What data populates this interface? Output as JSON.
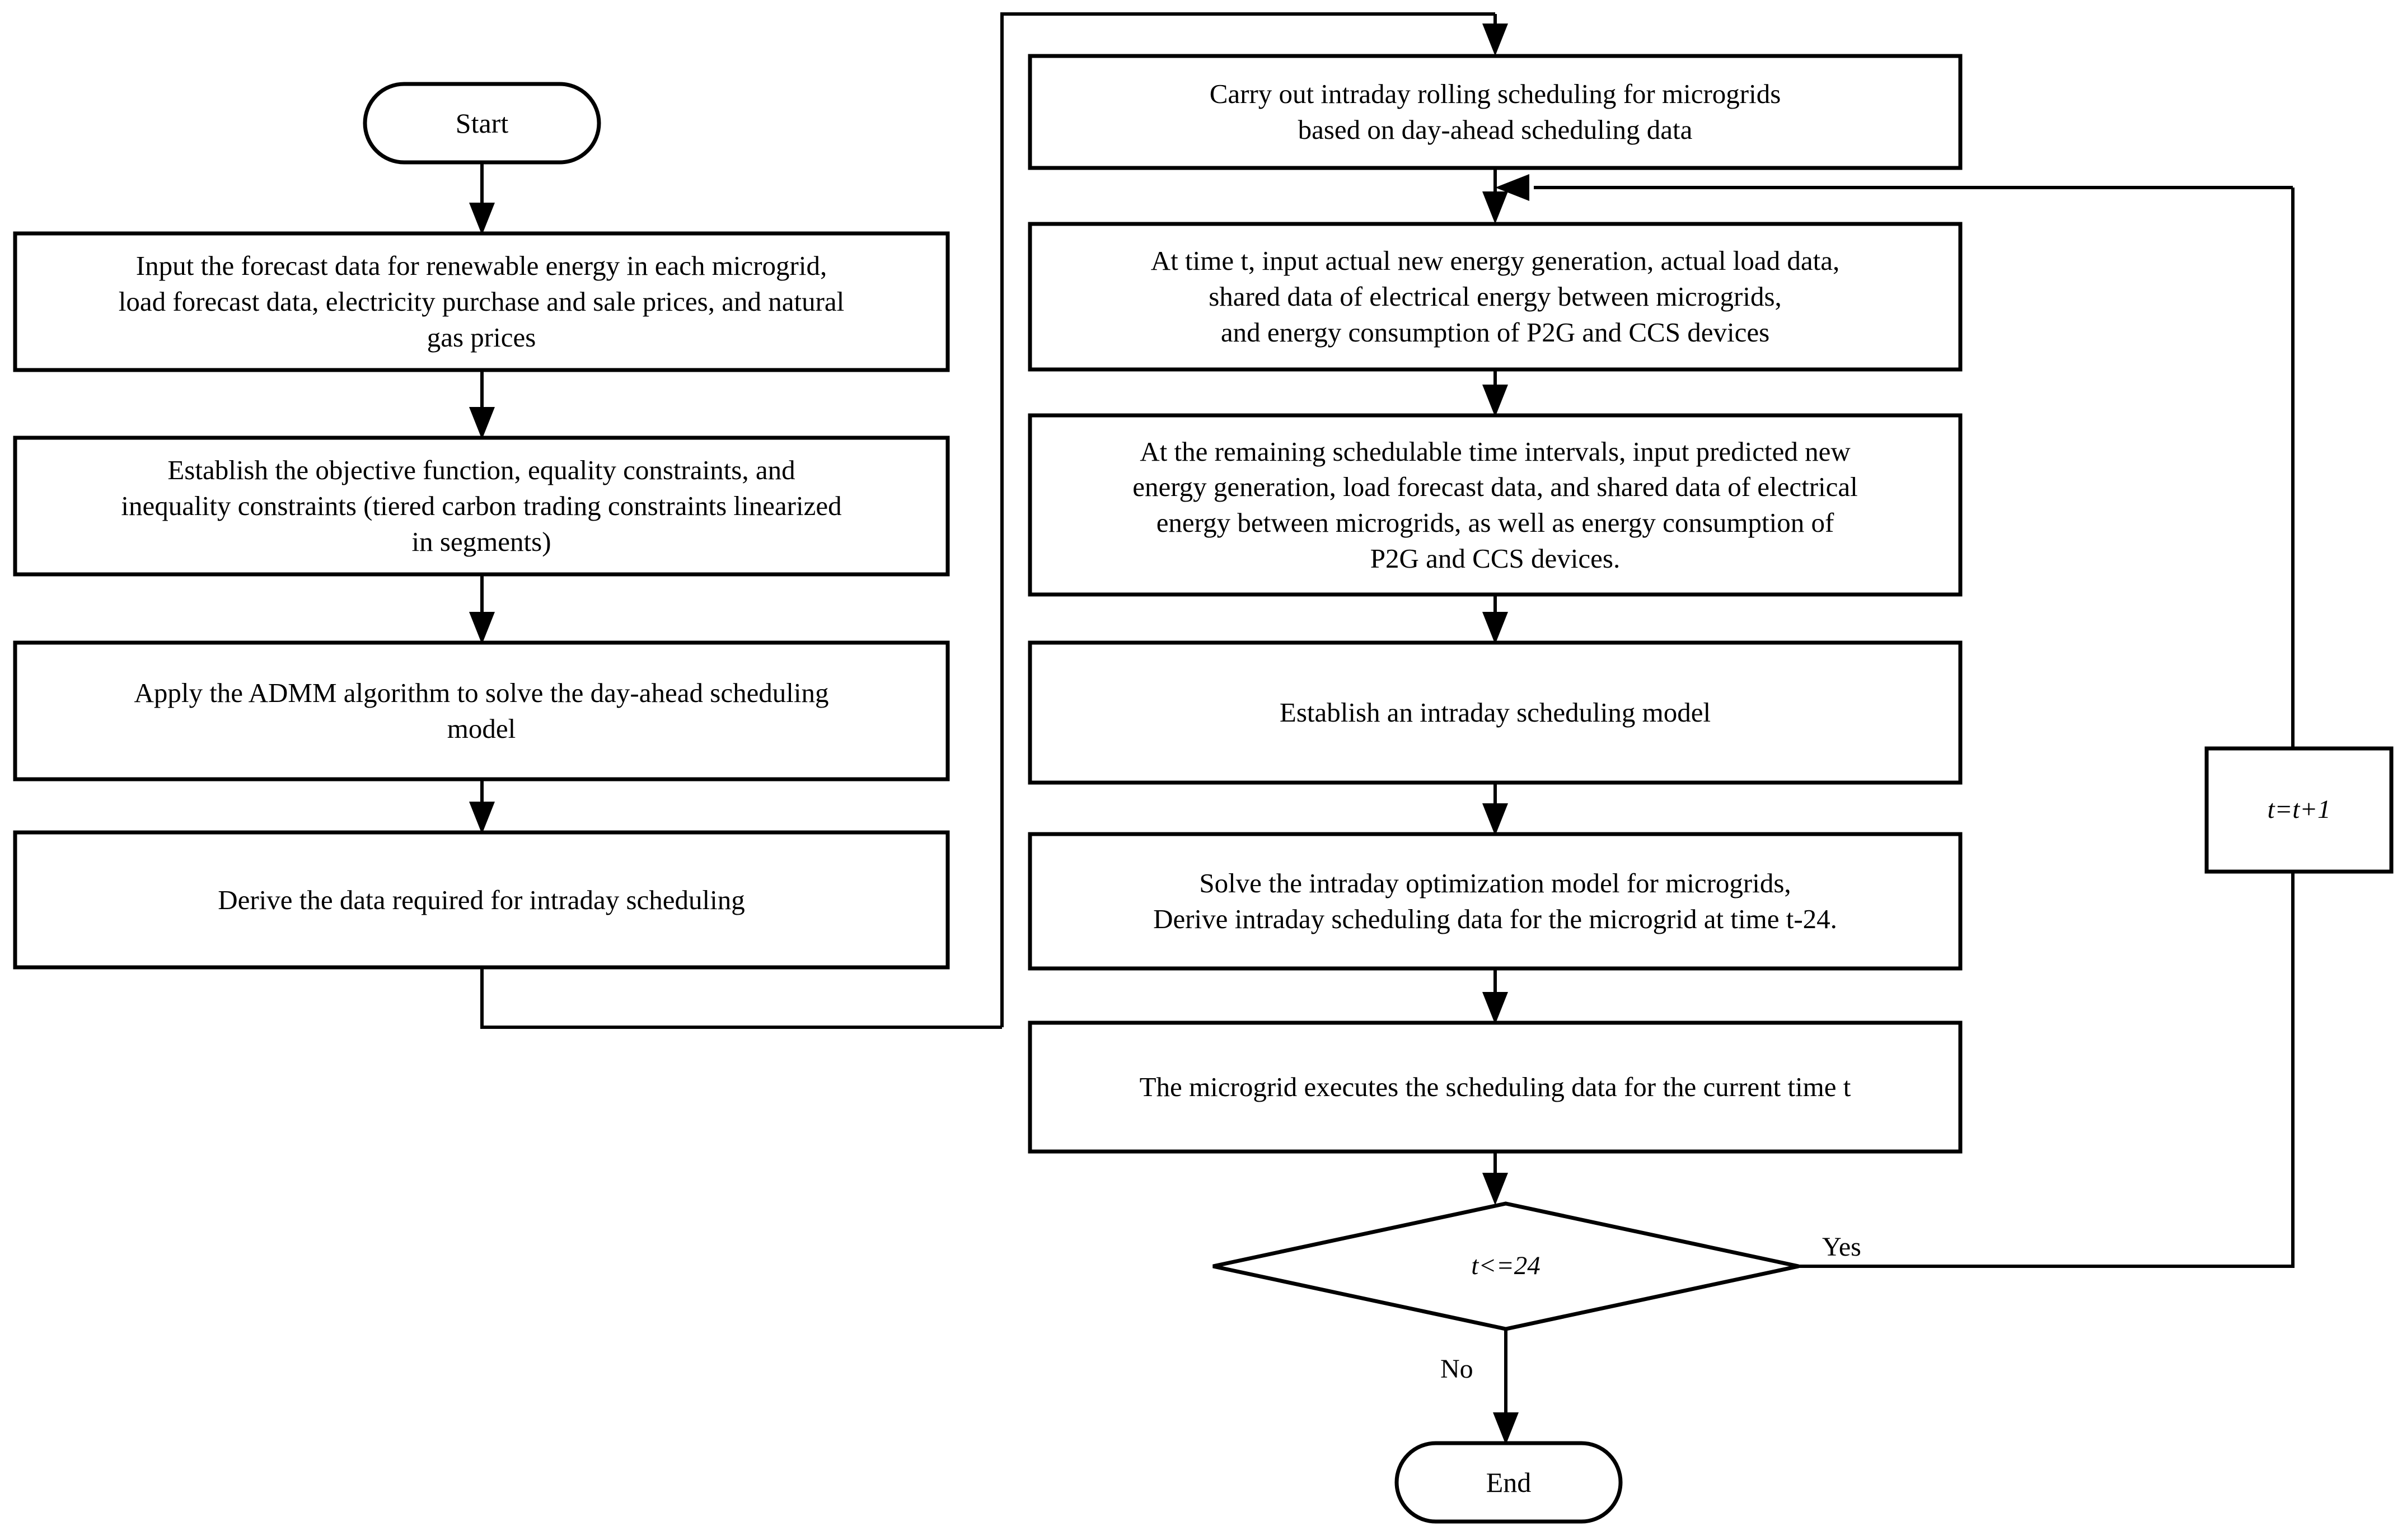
{
  "diagram": {
    "title": "Day-ahead and intraday rolling scheduling flowchart",
    "stroke_color": "#000000",
    "fill_color": "#ffffff",
    "background_color": "#ffffff"
  },
  "left_column": {
    "start": {
      "label": "Start",
      "shape": "terminator"
    },
    "steps": [
      {
        "id": "input-forecast",
        "shape": "process",
        "label": "Input the forecast data for renewable energy in each microgrid,\nload forecast data, electricity purchase and sale prices, and natural\ngas prices"
      },
      {
        "id": "establish-objective",
        "shape": "process",
        "label": "Establish the objective function, equality constraints, and\ninequality constraints (tiered carbon trading constraints linearized\nin segments)"
      },
      {
        "id": "apply-admm",
        "shape": "process",
        "label": "Apply the ADMM algorithm to solve the day-ahead scheduling\nmodel"
      },
      {
        "id": "derive-data",
        "shape": "process",
        "label": "Derive the data required for intraday scheduling"
      }
    ]
  },
  "right_column": {
    "steps": [
      {
        "id": "carry-out-rolling",
        "shape": "process",
        "label": "Carry out intraday rolling scheduling for microgrids\nbased on day-ahead scheduling data"
      },
      {
        "id": "at-time-t-input",
        "shape": "process",
        "label": "At time t, input actual new energy generation, actual load data,\nshared data of electrical energy between microgrids,\nand energy consumption of P2G and CCS devices"
      },
      {
        "id": "remaining-intervals",
        "shape": "process",
        "label": "At the remaining schedulable time intervals, input predicted new\nenergy generation, load forecast data, and shared data of electrical\nenergy between microgrids, as well as energy consumption of\nP2G and CCS devices."
      },
      {
        "id": "establish-intraday-model",
        "shape": "process",
        "label": "Establish an intraday scheduling model"
      },
      {
        "id": "solve-intraday",
        "shape": "process",
        "label": "Solve the intraday optimization model for microgrids,\nDerive intraday scheduling data for the microgrid at time t-24."
      },
      {
        "id": "execute-scheduling",
        "shape": "process",
        "label": "The microgrid executes the scheduling data for the current time t"
      }
    ],
    "decision": {
      "id": "t-le-24",
      "shape": "decision",
      "label": "t<=24",
      "yes_label": "Yes",
      "no_label": "No"
    },
    "end": {
      "label": "End",
      "shape": "terminator"
    }
  },
  "side_branch": {
    "increment": {
      "id": "t-increment",
      "shape": "process",
      "label": "t=t+1"
    }
  },
  "connectors": [
    {
      "from": "start",
      "to": "input-forecast",
      "label": ""
    },
    {
      "from": "input-forecast",
      "to": "establish-objective",
      "label": ""
    },
    {
      "from": "establish-objective",
      "to": "apply-admm",
      "label": ""
    },
    {
      "from": "apply-admm",
      "to": "derive-data",
      "label": ""
    },
    {
      "from": "derive-data",
      "to": "carry-out-rolling",
      "label": ""
    },
    {
      "from": "carry-out-rolling",
      "to": "at-time-t-input",
      "label": ""
    },
    {
      "from": "at-time-t-input",
      "to": "remaining-intervals",
      "label": ""
    },
    {
      "from": "remaining-intervals",
      "to": "establish-intraday-model",
      "label": ""
    },
    {
      "from": "establish-intraday-model",
      "to": "solve-intraday",
      "label": ""
    },
    {
      "from": "solve-intraday",
      "to": "execute-scheduling",
      "label": ""
    },
    {
      "from": "execute-scheduling",
      "to": "t-le-24",
      "label": ""
    },
    {
      "from": "t-le-24",
      "to": "t-increment",
      "label": "Yes"
    },
    {
      "from": "t-increment",
      "to": "at-time-t-input",
      "label": ""
    },
    {
      "from": "t-le-24",
      "to": "end",
      "label": "No"
    }
  ]
}
